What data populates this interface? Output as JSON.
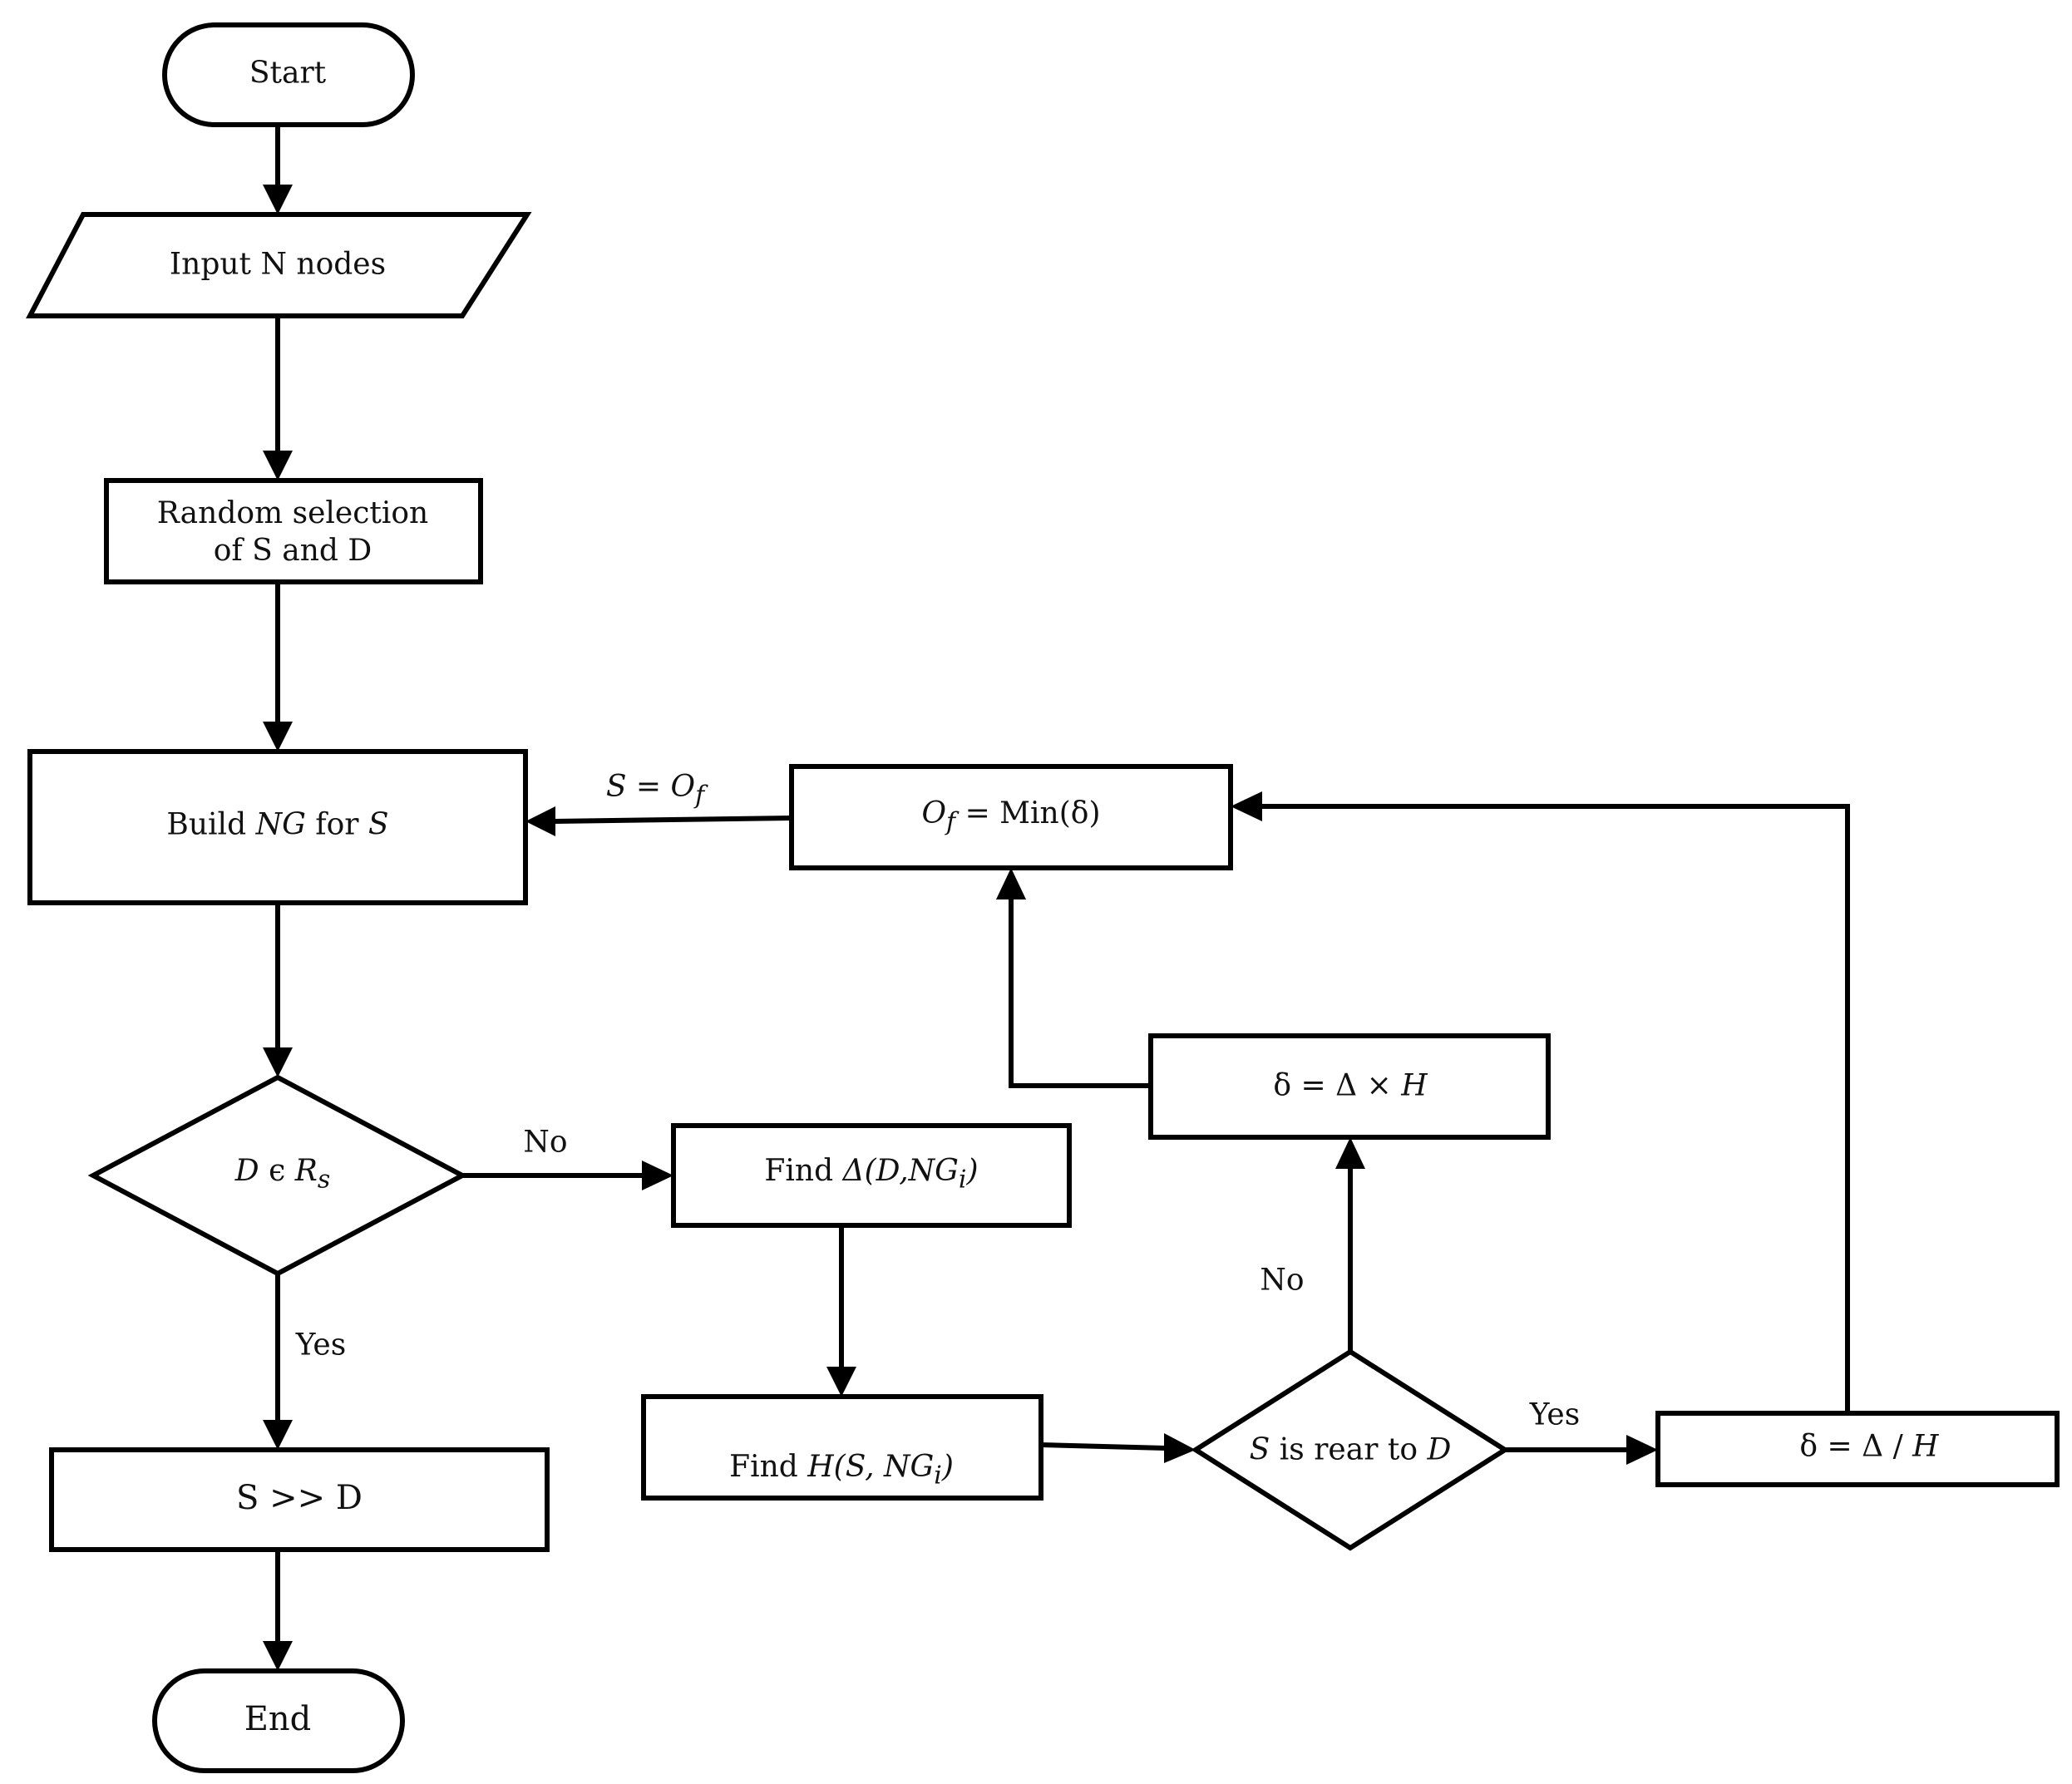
{
  "nodes": {
    "start": "Start",
    "input": "Input N nodes",
    "random_line1": "Random selection",
    "random_line2": "of S and D",
    "build_pre": "Build ",
    "build_ng": "NG",
    "build_mid": " for ",
    "build_s": "S",
    "decision1_d": "D",
    "decision1_in": " ϵ ",
    "decision1_r": "R",
    "decision1_sub": "s",
    "find_delta_pre": "Find ",
    "find_delta_expr": "Δ(D,NG",
    "find_delta_sub": "i",
    "find_delta_post": ")",
    "find_h_pre": "Find ",
    "find_h_expr": "H(S, NG",
    "find_h_sub": "i",
    "find_h_post": ")",
    "decision2_s": "S",
    "decision2_mid": " is rear to ",
    "decision2_d": "D",
    "of_o": "O",
    "of_sub": "f",
    "of_rest": " = Min(δ)",
    "mult_left": "δ = Δ × ",
    "mult_h": "H",
    "div_left": "δ = Δ / ",
    "div_h": "H",
    "send": "S >> D",
    "end": "End"
  },
  "edges": {
    "s_eq_s": "S",
    "s_eq_mid": " = ",
    "s_eq_o": "O",
    "s_eq_sub": "f",
    "no_1": "No",
    "yes_1": "Yes",
    "no_2": "No",
    "yes_2": "Yes"
  }
}
